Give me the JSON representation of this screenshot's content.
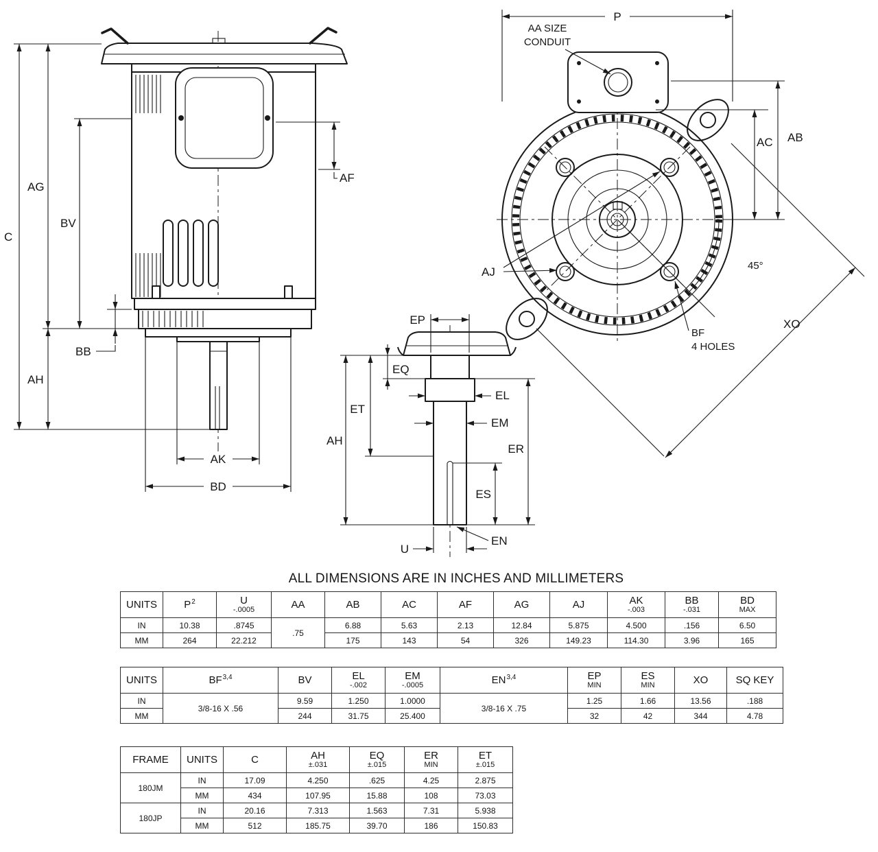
{
  "title": "ALL DIMENSIONS ARE IN INCHES AND MILLIMETERS",
  "colors": {
    "ink": "#1a1a1a",
    "background": "#ffffff"
  },
  "side_view": {
    "labels": {
      "c": "C",
      "ag": "AG",
      "bv": "BV",
      "af": "AF",
      "bb": "BB",
      "ah": "AH",
      "ak": "AK",
      "bd": "BD"
    }
  },
  "front_view": {
    "labels": {
      "p": "P",
      "aa_line1": "AA SIZE",
      "aa_line2": "CONDUIT",
      "ab": "AB",
      "ac": "AC",
      "aj": "AJ",
      "angle": "45°",
      "xo": "XO",
      "bf_line1": "BF",
      "bf_line2": "4 HOLES"
    }
  },
  "shaft_view": {
    "labels": {
      "ep": "EP",
      "eq": "EQ",
      "et": "ET",
      "ah": "AH",
      "el": "EL",
      "em": "EM",
      "er": "ER",
      "es": "ES",
      "en": "EN",
      "u": "U"
    }
  },
  "table1": {
    "headers": [
      {
        "main": "UNITS"
      },
      {
        "main": "P",
        "sup": "2"
      },
      {
        "main": "U",
        "sub": "-.0005"
      },
      {
        "main": "AA"
      },
      {
        "main": "AB"
      },
      {
        "main": "AC"
      },
      {
        "main": "AF"
      },
      {
        "main": "AG"
      },
      {
        "main": "AJ"
      },
      {
        "main": "AK",
        "sub": "-.003"
      },
      {
        "main": "BB",
        "sub": "-.031"
      },
      {
        "main": "BD",
        "sub": "MAX"
      }
    ],
    "aa_value": ".75",
    "in_row": {
      "label": "IN",
      "p": "10.38",
      "u": ".8745",
      "ab": "6.88",
      "ac": "5.63",
      "af": "2.13",
      "ag": "12.84",
      "aj": "5.875",
      "ak": "4.500",
      "bb": ".156",
      "bd": "6.50"
    },
    "mm_row": {
      "label": "MM",
      "p": "264",
      "u": "22.212",
      "ab": "175",
      "ac": "143",
      "af": "54",
      "ag": "326",
      "aj": "149.23",
      "ak": "114.30",
      "bb": "3.96",
      "bd": "165"
    }
  },
  "table2": {
    "headers": [
      {
        "main": "UNITS"
      },
      {
        "main": "BF",
        "sup": "3,4"
      },
      {
        "main": "BV"
      },
      {
        "main": "EL",
        "sub": "-.002"
      },
      {
        "main": "EM",
        "sub": "-.0005"
      },
      {
        "main": "EN",
        "sup": "3,4"
      },
      {
        "main": "EP",
        "sub": "MIN"
      },
      {
        "main": "ES",
        "sub": "MIN"
      },
      {
        "main": "XO"
      },
      {
        "main": "SQ KEY"
      }
    ],
    "bf_value": "3/8-16 X .56",
    "en_value": "3/8-16 X .75",
    "in_row": {
      "label": "IN",
      "bv": "9.59",
      "el": "1.250",
      "em": "1.0000",
      "ep": "1.25",
      "es": "1.66",
      "xo": "13.56",
      "sq_key": ".188"
    },
    "mm_row": {
      "label": "MM",
      "bv": "244",
      "el": "31.75",
      "em": "25.400",
      "ep": "32",
      "es": "42",
      "xo": "344",
      "sq_key": "4.78"
    }
  },
  "table3": {
    "headers": [
      {
        "main": "FRAME"
      },
      {
        "main": "UNITS"
      },
      {
        "main": "C"
      },
      {
        "main": "AH",
        "sub": "±.031"
      },
      {
        "main": "EQ",
        "sub": "±.015"
      },
      {
        "main": "ER",
        "sub": "MIN"
      },
      {
        "main": "ET",
        "sub": "±.015"
      }
    ],
    "groups": [
      {
        "frame": "180JM",
        "rows": [
          {
            "label": "IN",
            "c": "17.09",
            "ah": "4.250",
            "eq": ".625",
            "er": "4.25",
            "et": "2.875"
          },
          {
            "label": "MM",
            "c": "434",
            "ah": "107.95",
            "eq": "15.88",
            "er": "108",
            "et": "73.03"
          }
        ]
      },
      {
        "frame": "180JP",
        "rows": [
          {
            "label": "IN",
            "c": "20.16",
            "ah": "7.313",
            "eq": "1.563",
            "er": "7.31",
            "et": "5.938"
          },
          {
            "label": "MM",
            "c": "512",
            "ah": "185.75",
            "eq": "39.70",
            "er": "186",
            "et": "150.83"
          }
        ]
      }
    ]
  }
}
